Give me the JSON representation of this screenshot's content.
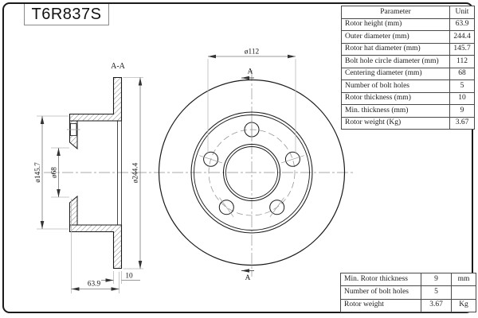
{
  "title": "T6R837S",
  "colors": {
    "line": "#1a1a1a",
    "dimension": "#787878",
    "extension": "#b9b9b9",
    "centerline": "#a8a8a8",
    "table_border": "#4a4a4a"
  },
  "param_table": {
    "headers": [
      "Parameter",
      "Unit"
    ],
    "rows": [
      {
        "label": "Rotor height (mm)",
        "value": "63.9"
      },
      {
        "label": "Outer diameter (mm)",
        "value": "244.4"
      },
      {
        "label": "Rotor hat diameter (mm)",
        "value": "145.7"
      },
      {
        "label": "Bolt hole circle diameter (mm)",
        "value": "112"
      },
      {
        "label": "Centering diameter (mm)",
        "value": "68"
      },
      {
        "label": "Number of bolt holes",
        "value": "5"
      },
      {
        "label": "Rotor thickness (mm)",
        "value": "10"
      },
      {
        "label": "Min. thickness (mm)",
        "value": "9"
      },
      {
        "label": "Rotor weight (Kg)",
        "value": "3.67"
      }
    ]
  },
  "summary_table": {
    "rows": [
      {
        "label": "Min. Rotor thickness",
        "value": "9",
        "unit": "mm"
      },
      {
        "label": "Number of bolt holes",
        "value": "5",
        "unit": ""
      },
      {
        "label": "Rotor weight",
        "value": "3.67",
        "unit": "Kg"
      }
    ]
  },
  "drawing": {
    "section_label": "A-A",
    "section_arrow_label": "A",
    "dims": {
      "bolt_circle": "ø112",
      "hat_diameter": "ø145.7",
      "center_hole": "ø68",
      "outer_diameter": "ø244.4",
      "height": "63.9",
      "thickness": "10"
    }
  }
}
